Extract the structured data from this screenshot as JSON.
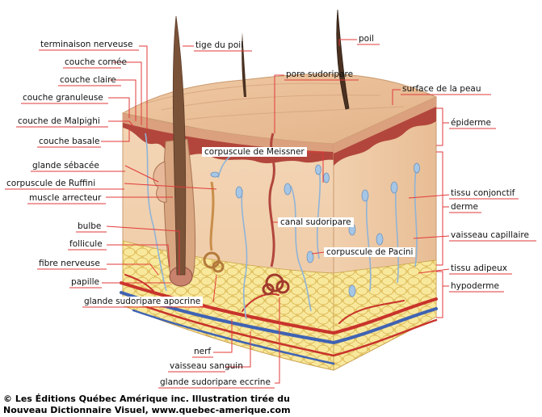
{
  "labels": {
    "terminaison_nerveuse": "terminaison nerveuse",
    "couche_cornee": "couche cornée",
    "couche_claire": "couche claire",
    "couche_granuleuse": "couche granuleuse",
    "couche_malpighi": "couche de Malpighi",
    "couche_basale": "couche basale",
    "glande_sebacee": "glande sébacée",
    "corpuscule_ruffini": "corpuscule de Ruffini",
    "muscle_arrecteur": "muscle arrecteur",
    "bulbe": "bulbe",
    "follicule": "follicule",
    "fibre_nerveuse": "fibre nerveuse",
    "papille": "papille",
    "glande_apocrine": "glande sudoripare apocrine",
    "tige_du_poil": "tige du poil",
    "poil": "poil",
    "pore_sudoripare": "pore sudoripare",
    "surface_peau": "surface de la peau",
    "epiderme": "épiderme",
    "corpuscule_meissner": "corpuscule de Meissner",
    "tissu_conjonctif": "tissu conjonctif",
    "derme": "derme",
    "canal_sudoripare": "canal sudoripare",
    "vaisseau_capillaire": "vaisseau capillaire",
    "corpuscule_pacini": "corpuscule de Pacini",
    "tissu_adipeux": "tissu adipeux",
    "hypoderme": "hypoderme",
    "nerf": "nerf",
    "vaisseau_sanguin": "vaisseau sanguin",
    "glande_eccrine": "glande sudoripare eccrine"
  },
  "credit": {
    "line1": "© Les Éditions Québec Amérique inc. Illustration tirée du",
    "line2": "Nouveau Dictionnaire Visuel, www.quebec-amerique.com"
  },
  "colors": {
    "leader_line": "#e23a3a",
    "skin_top": "#ecc39b",
    "dermis": "#f0cfae",
    "epidermis_dark": "#b2463c",
    "fat": "#f2d675",
    "artery": "#c8332b",
    "vein": "#3f63b3"
  }
}
